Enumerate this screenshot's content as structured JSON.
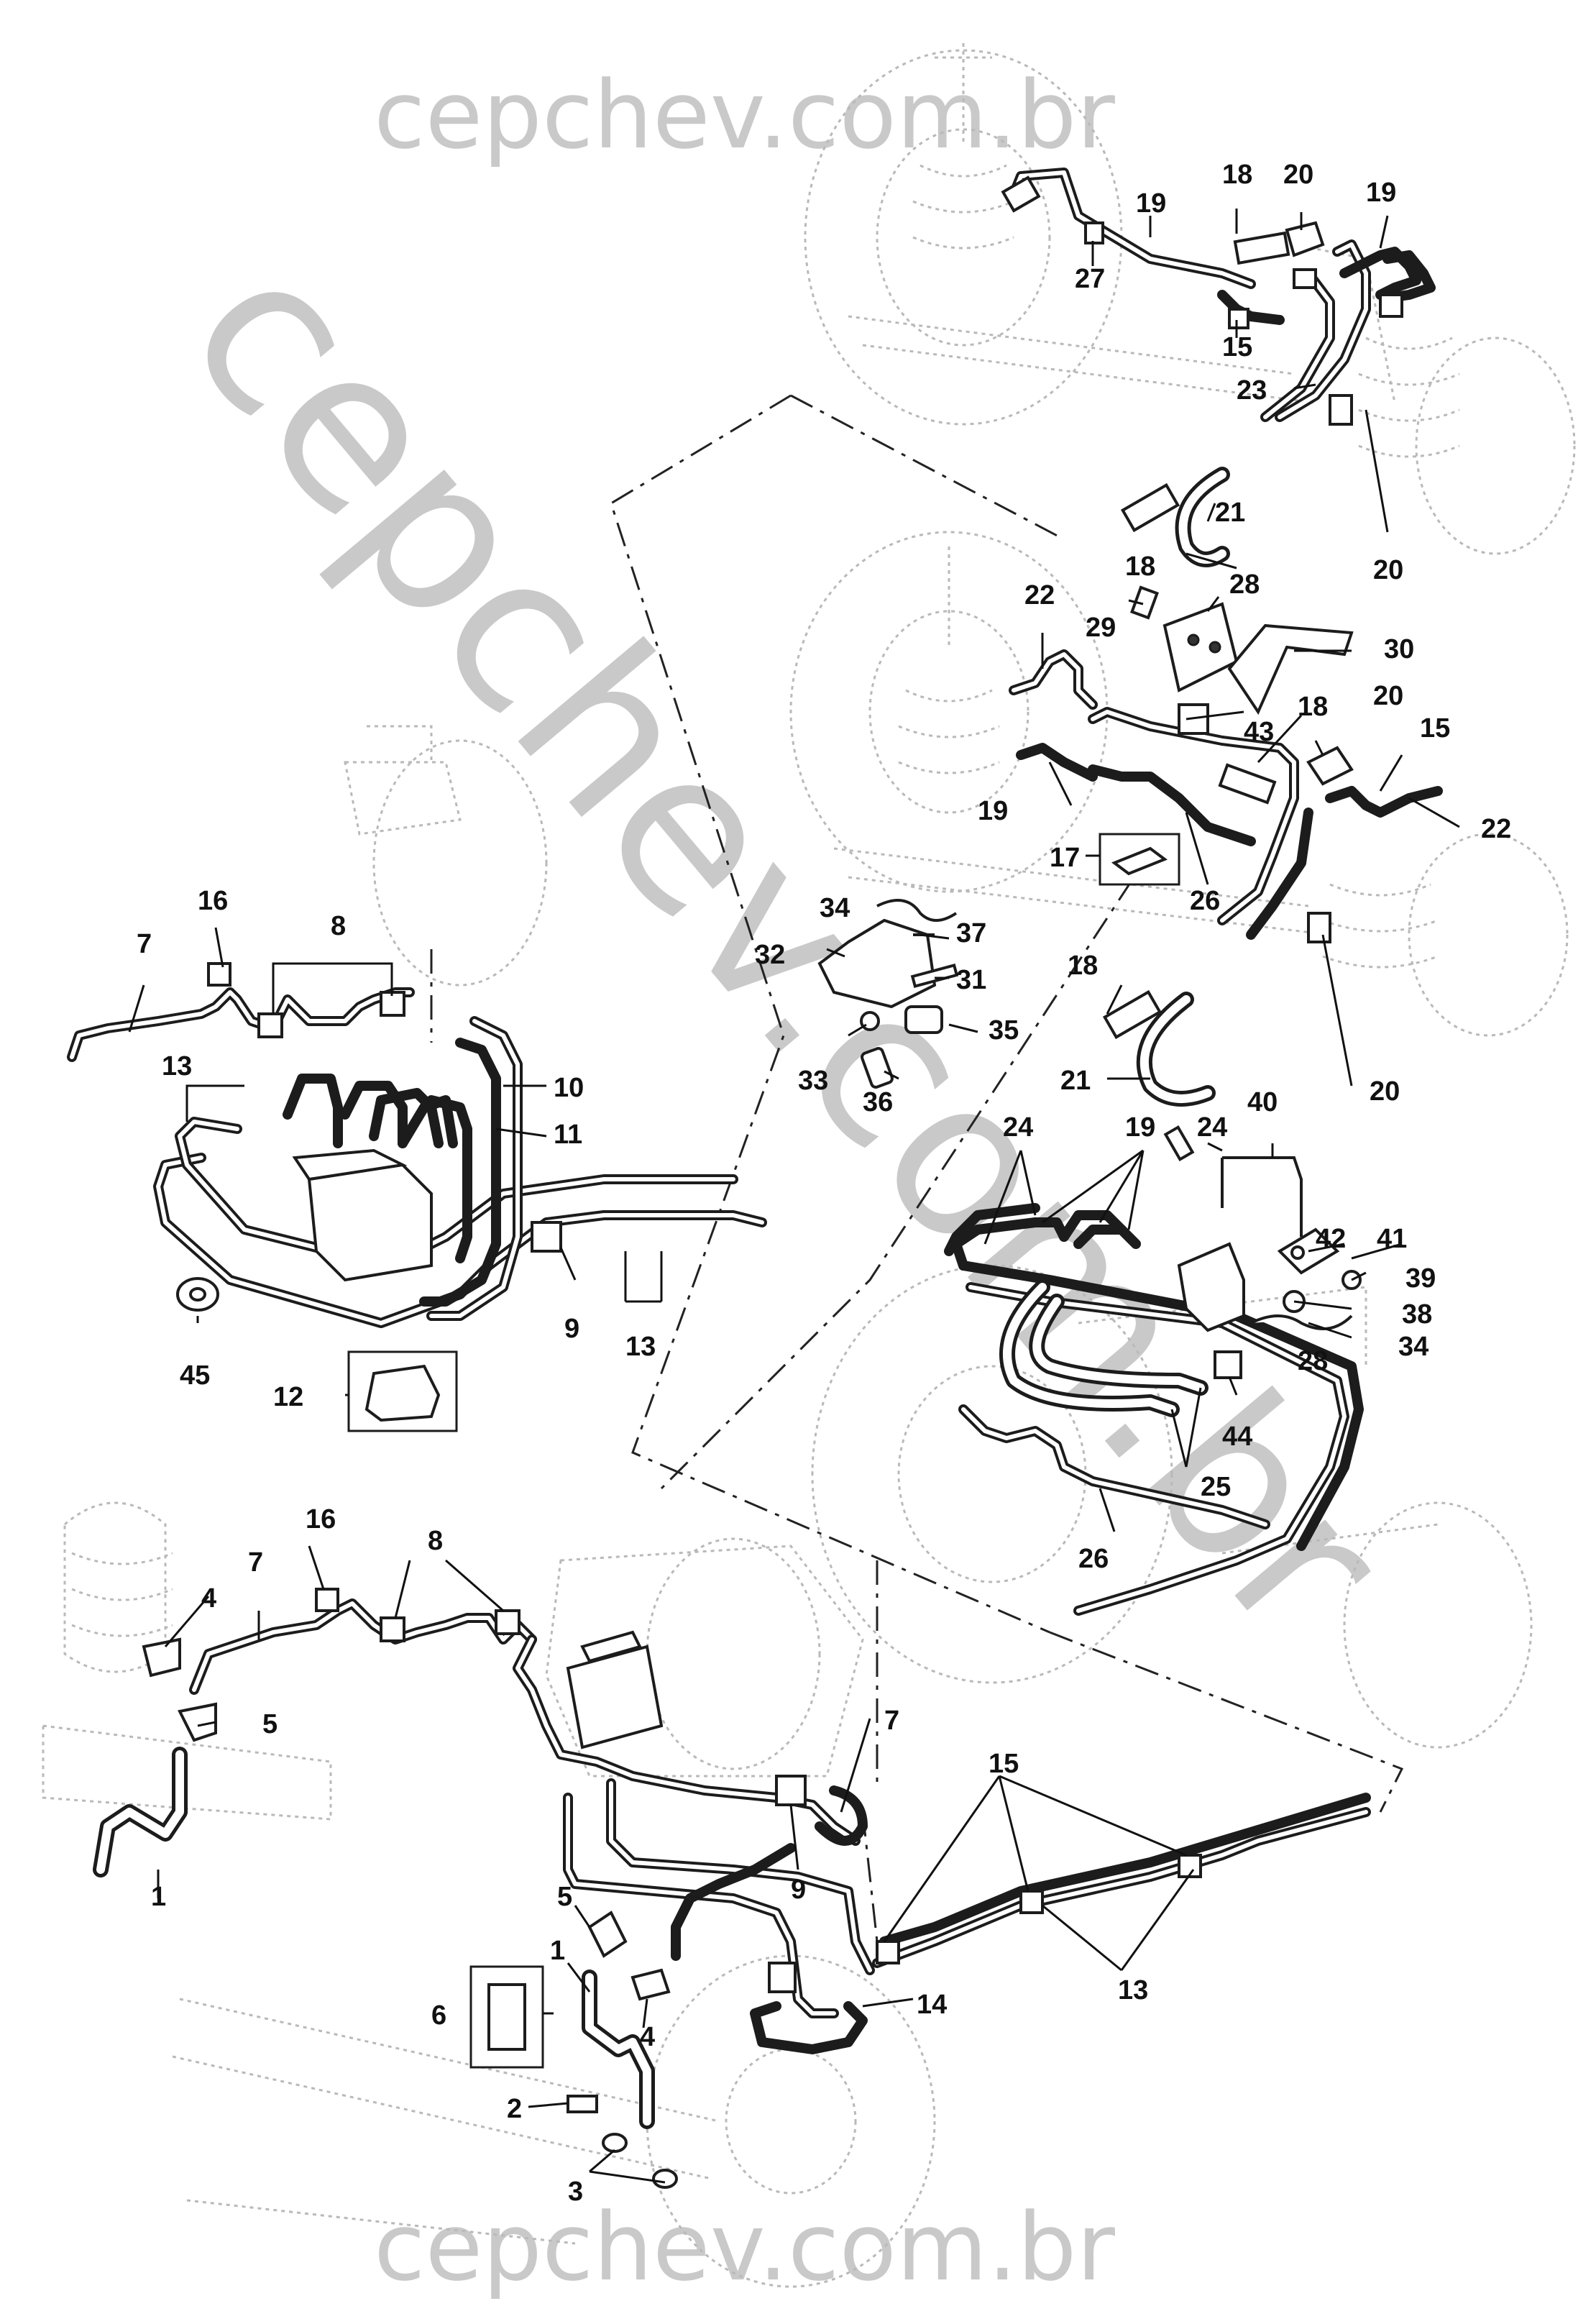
{
  "watermark": {
    "text": "cepchev.com.br",
    "color": "#c9c9c9"
  },
  "callouts": {
    "n1": "1",
    "n2": "2",
    "n3": "3",
    "n4": "4",
    "n5": "5",
    "n6": "6",
    "n7": "7",
    "n8": "8",
    "n9": "9",
    "n10": "10",
    "n11": "11",
    "n12": "12",
    "n13": "13",
    "n14": "14",
    "n15": "15",
    "n16": "16",
    "n17": "17",
    "n18": "18",
    "n19": "19",
    "n20": "20",
    "n21": "21",
    "n22": "22",
    "n23": "23",
    "n24": "24",
    "n25": "25",
    "n26": "26",
    "n27": "27",
    "n28": "28",
    "n29": "29",
    "n30": "30",
    "n31": "31",
    "n32": "32",
    "n33": "33",
    "n34": "34",
    "n35": "35",
    "n36": "36",
    "n37": "37",
    "n38": "38",
    "n39": "39",
    "n40": "40",
    "n41": "41",
    "n42": "42",
    "n43": "43",
    "n44": "44",
    "n45": "45"
  },
  "colors": {
    "line": "#1c1c1c",
    "ghost": "#b9b9b9",
    "background": "#ffffff"
  }
}
